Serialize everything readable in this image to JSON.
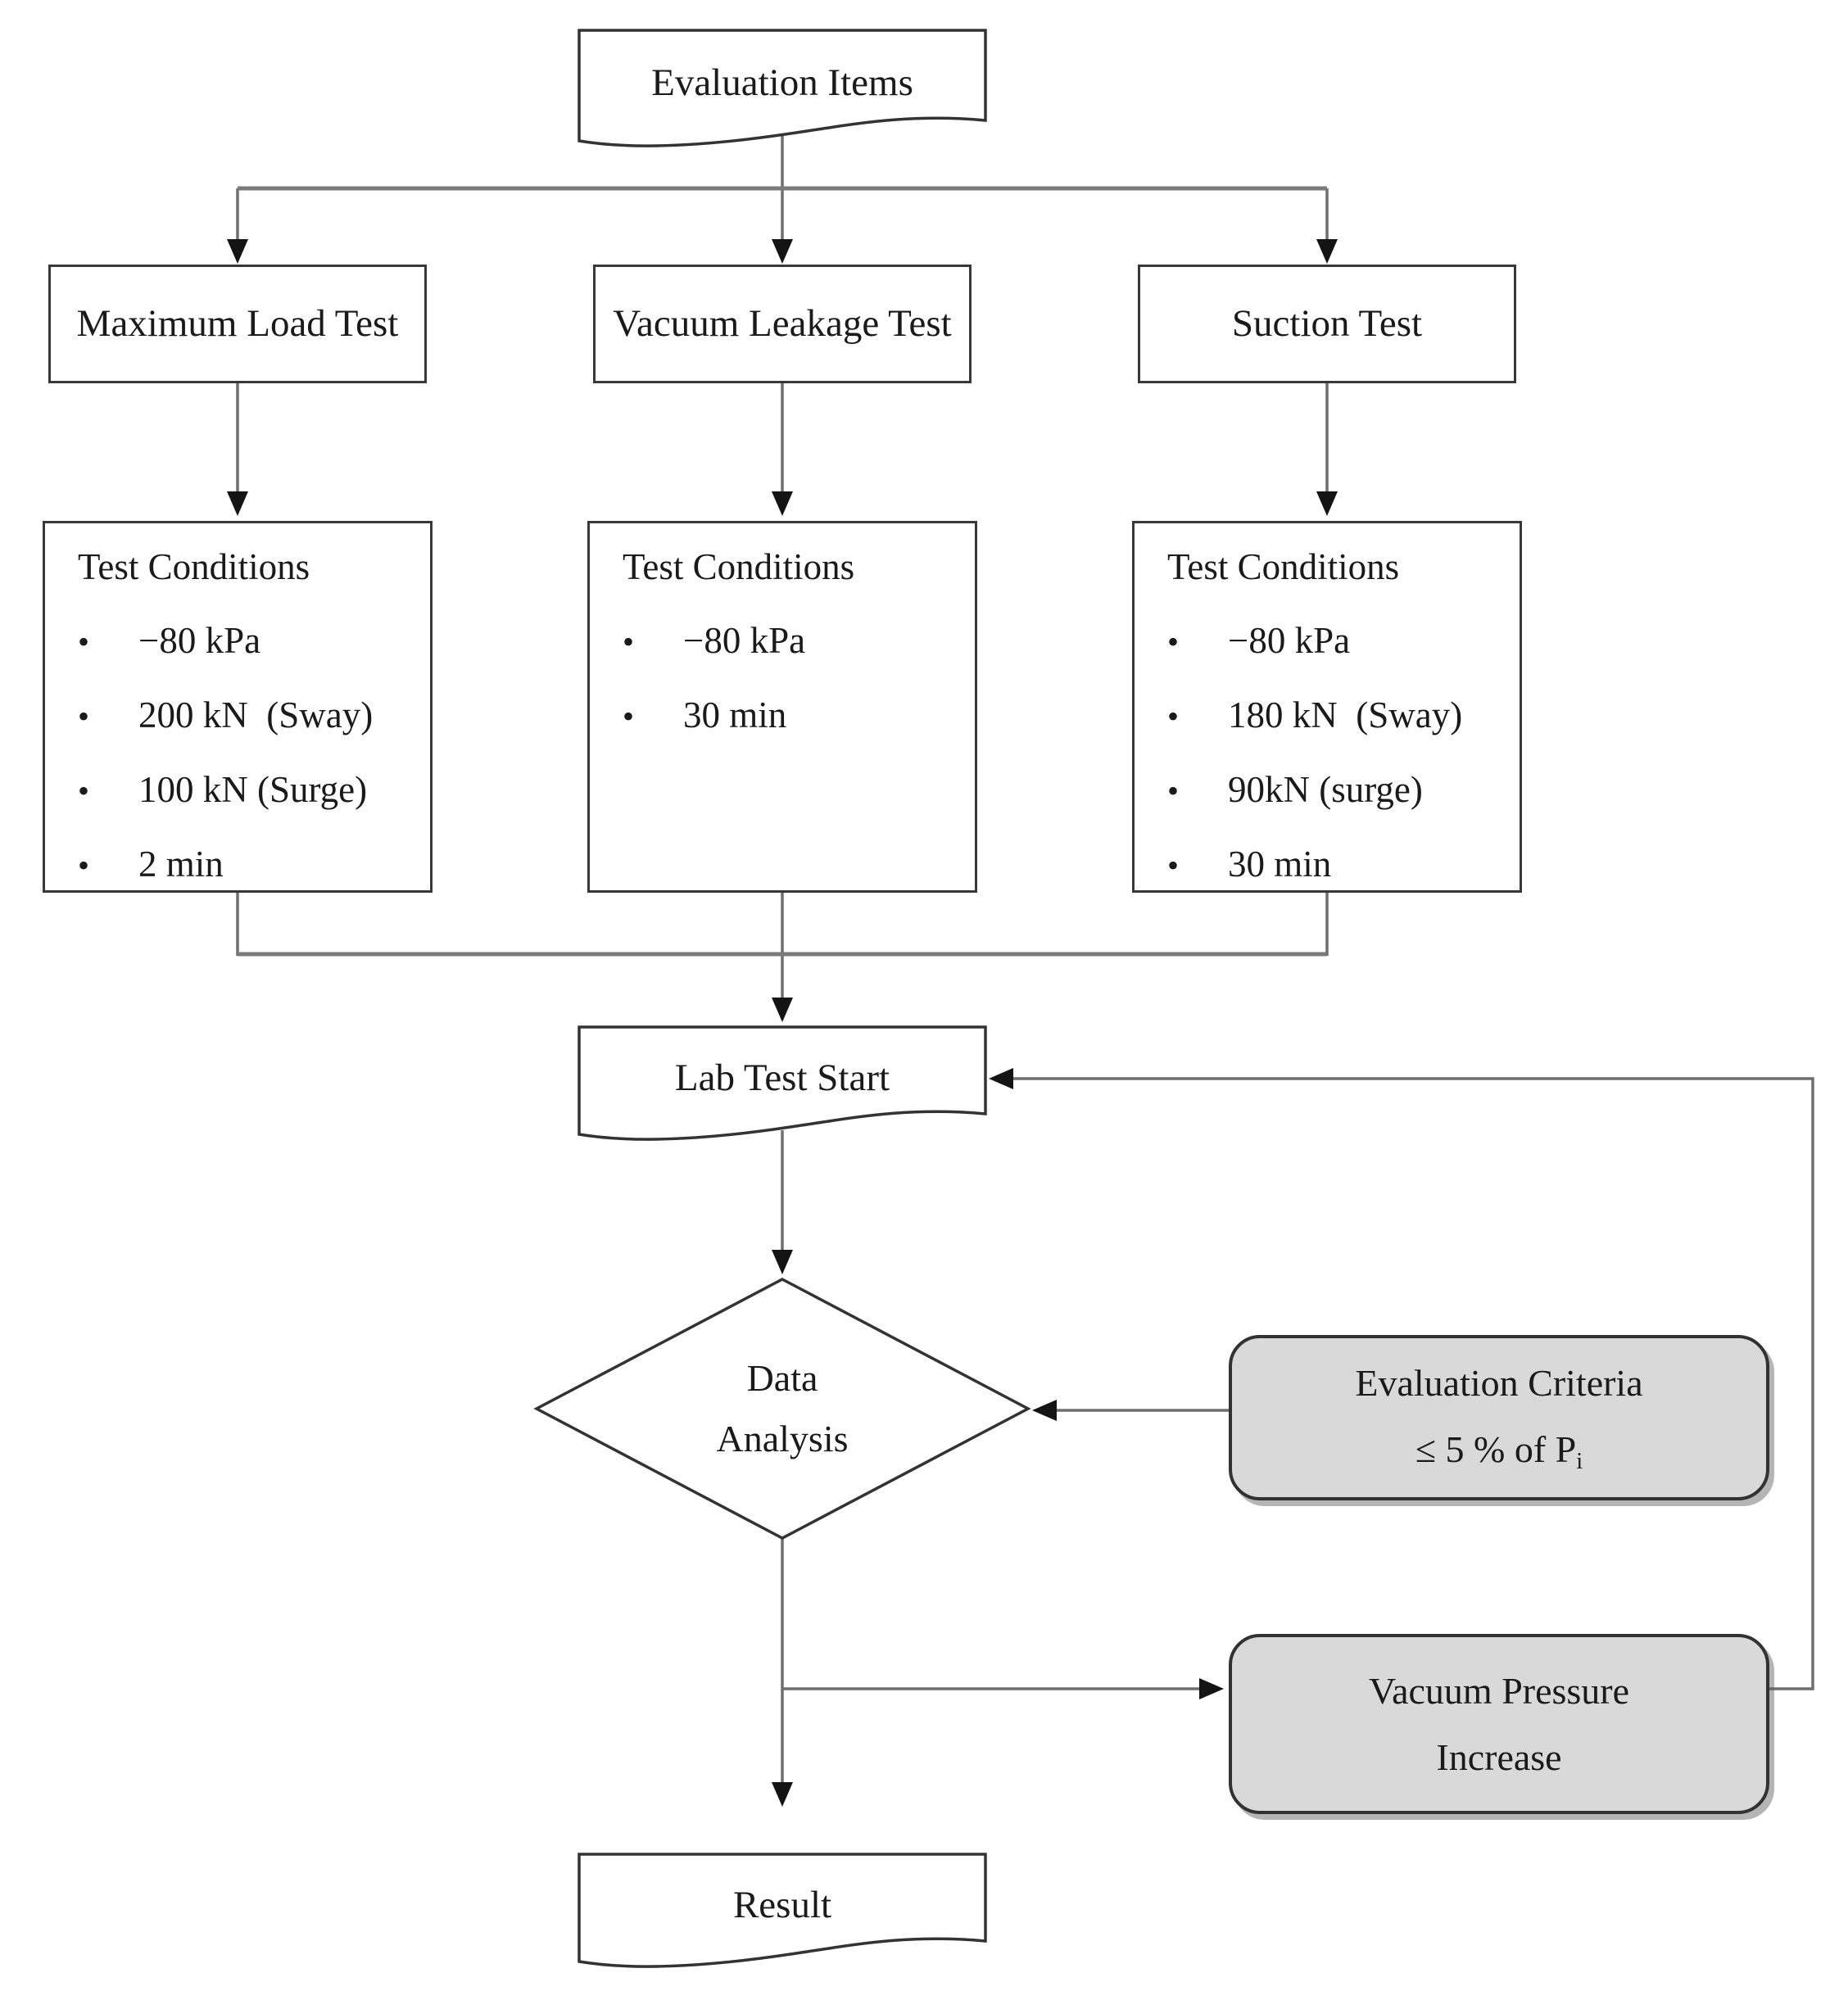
{
  "top_label": "Evaluation Items",
  "branches": [
    {
      "test": "Maximum Load Test",
      "conditions": {
        "title": "Test Conditions",
        "items": [
          "−80 kPa",
          "200 kN  (Sway)",
          "100 kN (Surge)",
          "2 min"
        ]
      }
    },
    {
      "test": "Vacuum Leakage Test",
      "conditions": {
        "title": "Test Conditions",
        "items": [
          "−80 kPa",
          "30 min"
        ]
      }
    },
    {
      "test": "Suction Test",
      "conditions": {
        "title": "Test Conditions",
        "items": [
          "−80 kPa",
          "180 kN  (Sway)",
          "90kN (surge)",
          "30 min"
        ]
      }
    }
  ],
  "lab_test_start": "Lab Test Start",
  "decision": {
    "line1": "Data",
    "line2": "Analysis"
  },
  "criteria": {
    "line1": "Evaluation Criteria",
    "line2_main": "≤ 5 % of P",
    "line2_sub": "i"
  },
  "vacuum_increase": {
    "line1": "Vacuum Pressure",
    "line2": "Increase"
  },
  "result_label": "Result",
  "colors": {
    "background": "#ffffff",
    "shape_fill": "#ffffff",
    "callout_fill": "#d9d9d9",
    "border": "#383838",
    "connector": "#6e6e6e",
    "arrowhead": "#141414",
    "text": "#1a1a1a"
  }
}
